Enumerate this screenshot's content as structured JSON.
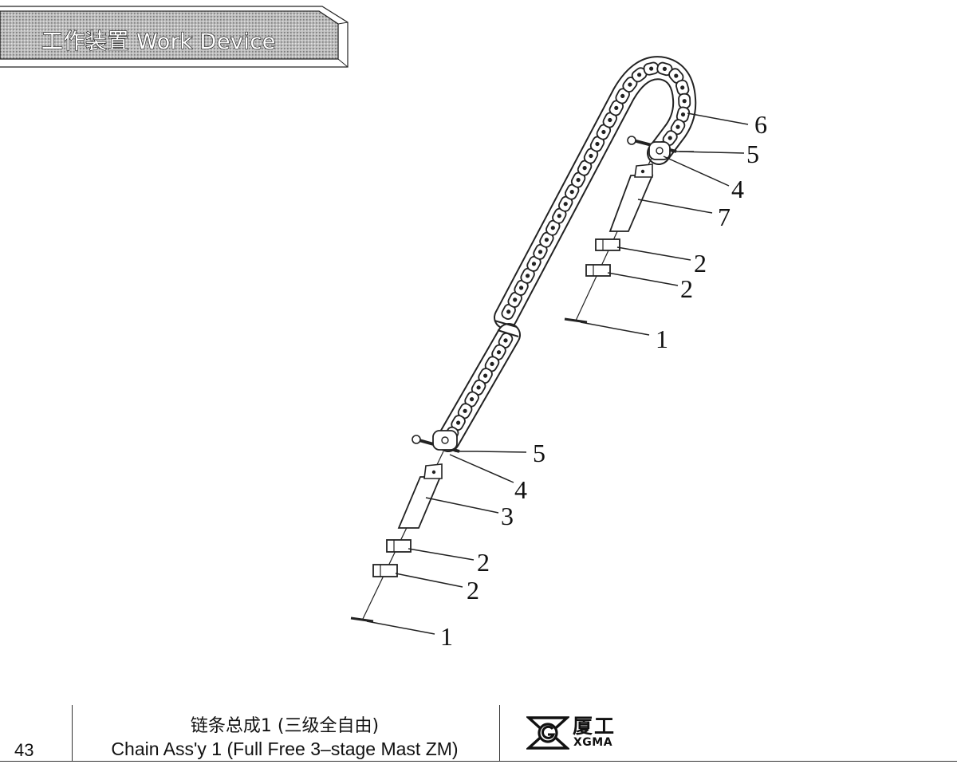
{
  "header": {
    "section_title": "工作装置 Work Device"
  },
  "diagram": {
    "callouts": [
      "6",
      "5",
      "4",
      "7",
      "2",
      "2",
      "1",
      "5",
      "4",
      "3",
      "2",
      "2",
      "1"
    ]
  },
  "footer": {
    "page_number": "43",
    "title_cn": "链条总成1 (三级全自由)",
    "title_en": "Chain Ass'y 1 (Full Free 3–stage Mast ZM)",
    "brand_cn": "厦工",
    "brand_en": "XGMA"
  }
}
